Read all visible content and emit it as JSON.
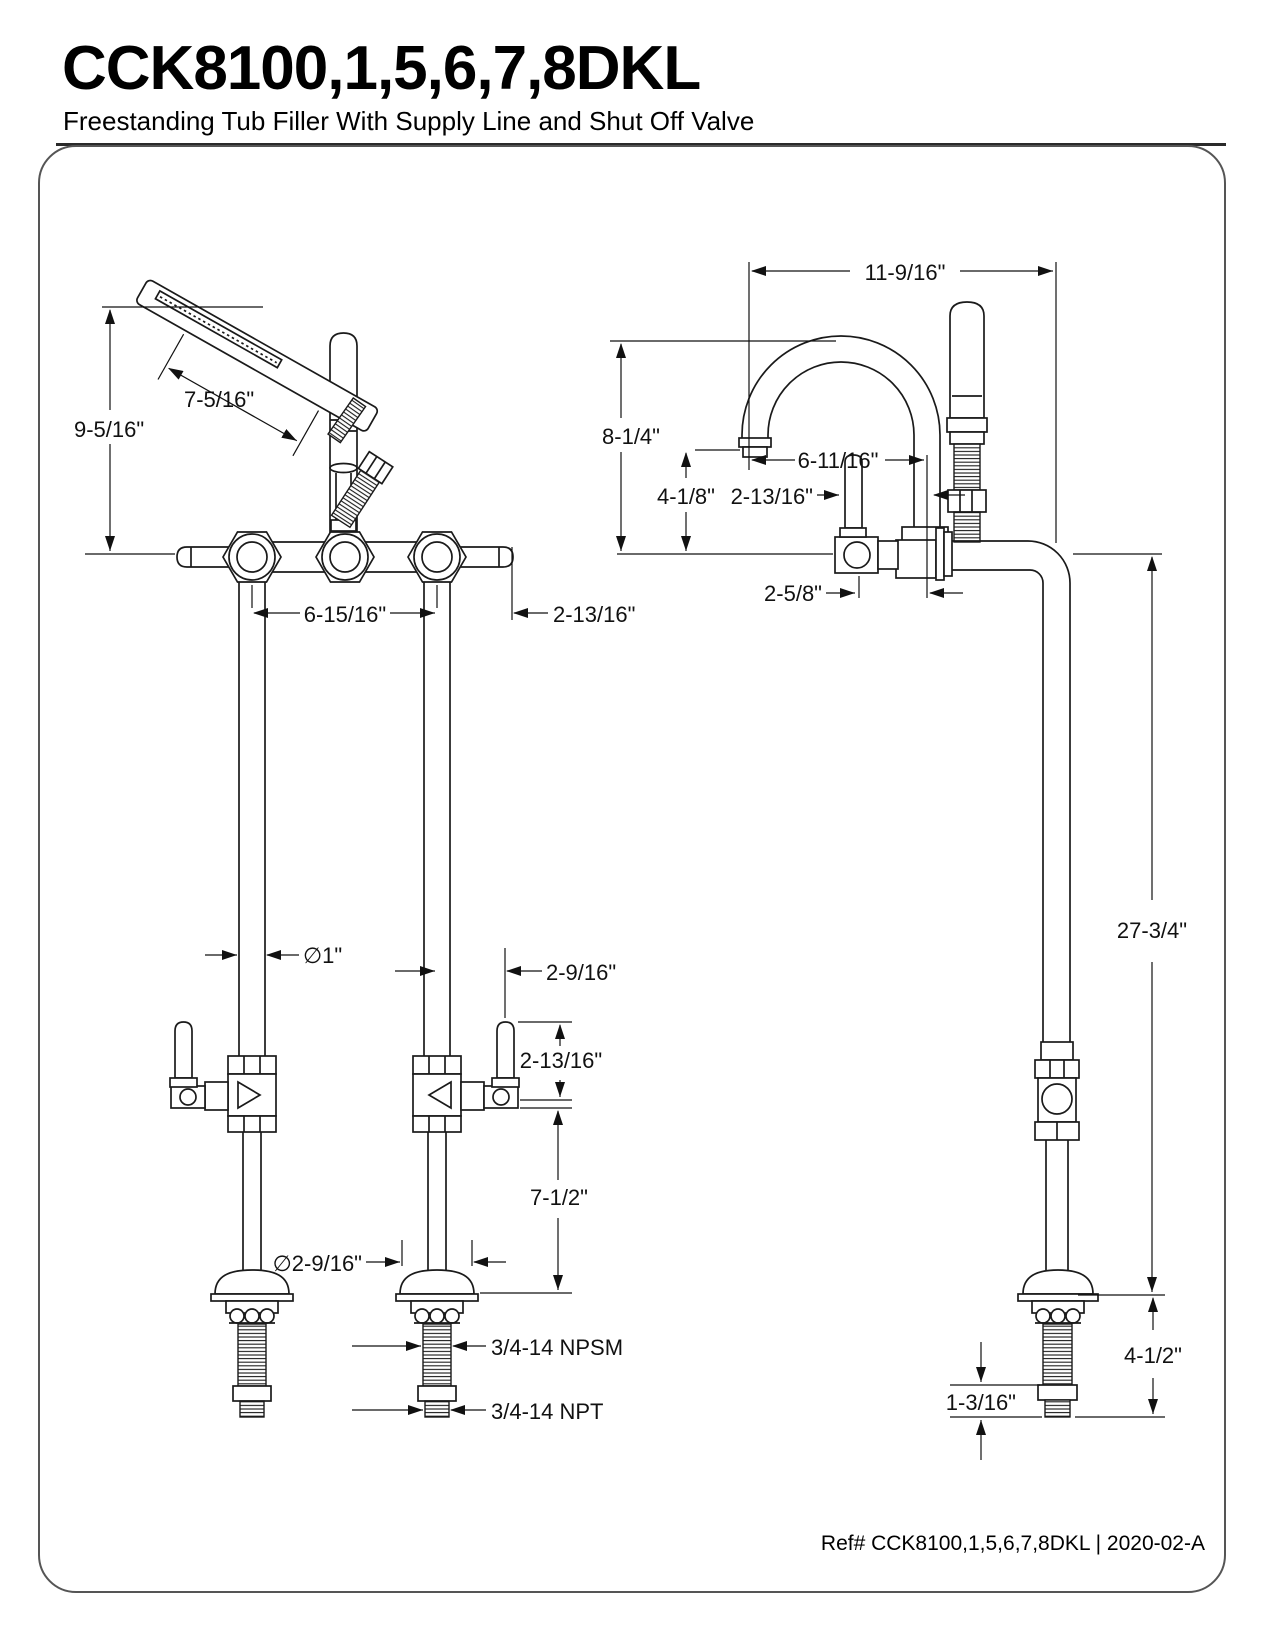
{
  "header": {
    "title": "CCK8100,1,5,6,7,8DKL",
    "subtitle": "Freestanding Tub Filler With Supply Line and Shut Off Valve"
  },
  "footer": {
    "ref": "Ref# CCK8100,1,5,6,7,8DKL | 2020-02-A"
  },
  "dims": {
    "front": {
      "overall_height": "9-5/16\"",
      "wand_length": "7-5/16\"",
      "valve_spread": "6-15/16\"",
      "handle_extension": "2-13/16\"",
      "pipe_diameter": "∅1\"",
      "lever_offset": "2-9/16\"",
      "lever_length": "2-13/16\"",
      "supply_below": "7-1/2\"",
      "flange_diameter": "∅2-9/16\"",
      "thread_upper": "3/4-14 NPSM",
      "thread_lower": "3/4-14 NPT"
    },
    "side": {
      "spout_reach_overall": "11-9/16\"",
      "spout_height": "8-1/4\"",
      "spout_reach": "6-11/16\"",
      "outlet_height": "4-1/8\"",
      "lever_length": "2-13/16\"",
      "valve_offset": "2-5/8\"",
      "supply_line_length": "27-3/4\"",
      "stem_length": "4-1/2\"",
      "thread_length": "1-3/16\""
    }
  },
  "colors": {
    "line": "#1a1a1a",
    "frame": "#555555",
    "background": "#ffffff"
  }
}
